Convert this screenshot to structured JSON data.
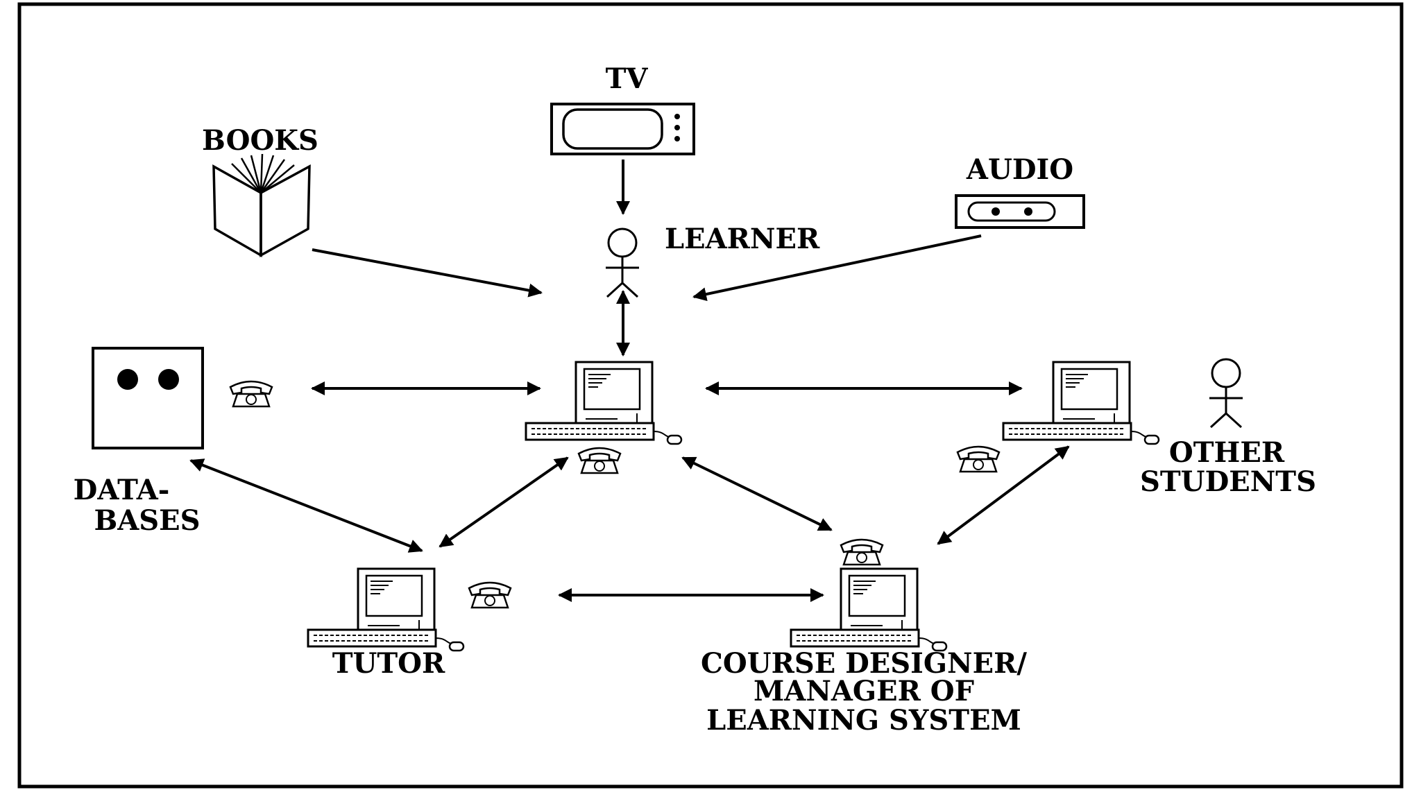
{
  "diagram": {
    "labels": {
      "tv": "TV",
      "books": "BOOKS",
      "audio": "AUDIO",
      "learner": "LEARNER",
      "databases_line1": "DATA-",
      "databases_line2": "BASES",
      "other_students_line1": "OTHER",
      "other_students_line2": "STUDENTS",
      "tutor": "TUTOR",
      "course_line1": "COURSE DESIGNER/",
      "course_line2": "MANAGER OF",
      "course_line3": "LEARNING SYSTEM"
    },
    "colors": {
      "ink": "#000000",
      "paper": "#ffffff"
    },
    "icons": [
      "tv-icon",
      "book-icon",
      "audio-cassette-icon",
      "person-icon",
      "database-icon",
      "computer-icon",
      "telephone-icon"
    ]
  }
}
